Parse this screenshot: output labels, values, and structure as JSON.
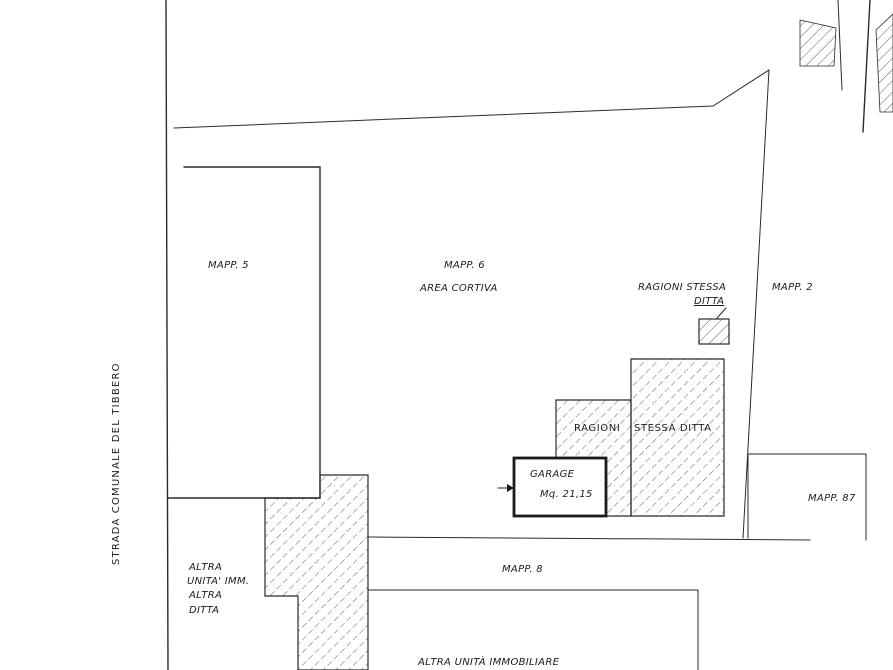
{
  "labels": {
    "mapp5": "MAPP. 5",
    "mapp6": "MAPP. 6",
    "area_cortiva": "AREA   CORTIVA",
    "ragioni_stessa_top": "RAGIONI  STESSA",
    "ditta_top": "DITTA",
    "mapp2": "MAPP. 2",
    "ragioni": "RAGIONI",
    "stessa_ditta": "STESSA  DITTA",
    "garage": "GARAGE",
    "garage_area": "Mq. 21,15",
    "mapp87": "MAPP. 87",
    "mapp8": "MAPP. 8",
    "altra_line1": "ALTRA",
    "altra_line2": "UNITA' IMM.",
    "altra_line3": "ALTRA",
    "altra_line4": "DITTA",
    "street": "STRADA   COMUNALE   DEL   TIBBERO",
    "altra_unita_bottom": "ALTRA  UNITÀ  IMMOBILIARE"
  },
  "colors": {
    "line": "#2a2a2a",
    "background": "#ffffff"
  }
}
